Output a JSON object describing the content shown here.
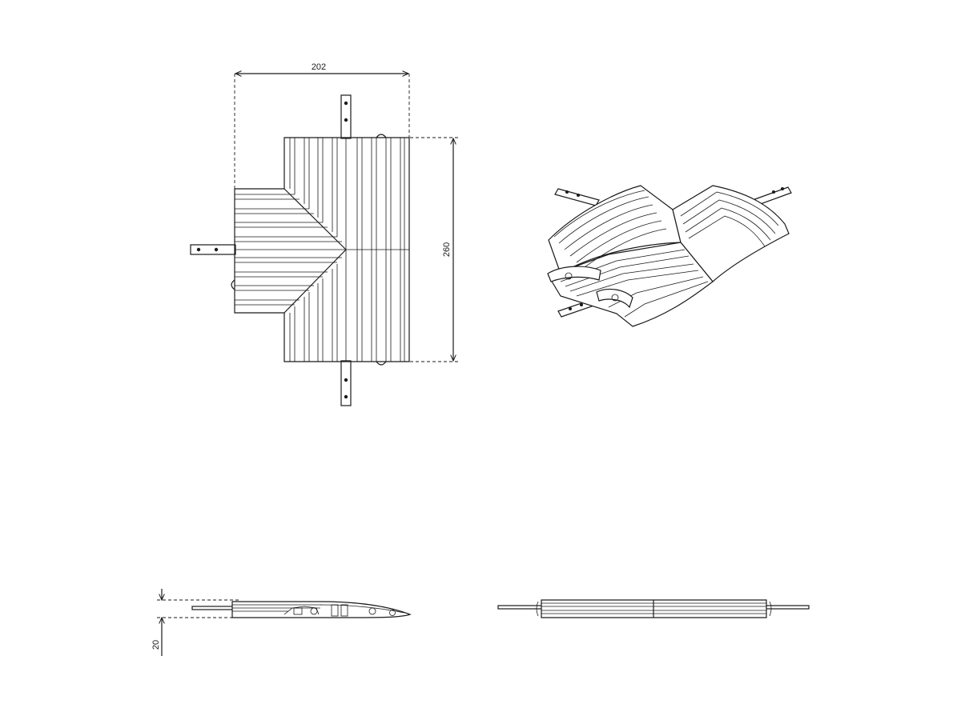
{
  "dimensions": {
    "width": "202",
    "height": "260",
    "profile_height": "20"
  },
  "colors": {
    "line": "#1a1a1a",
    "background": "#ffffff"
  },
  "views": [
    "top-view",
    "isometric-view",
    "side-view",
    "front-view"
  ]
}
